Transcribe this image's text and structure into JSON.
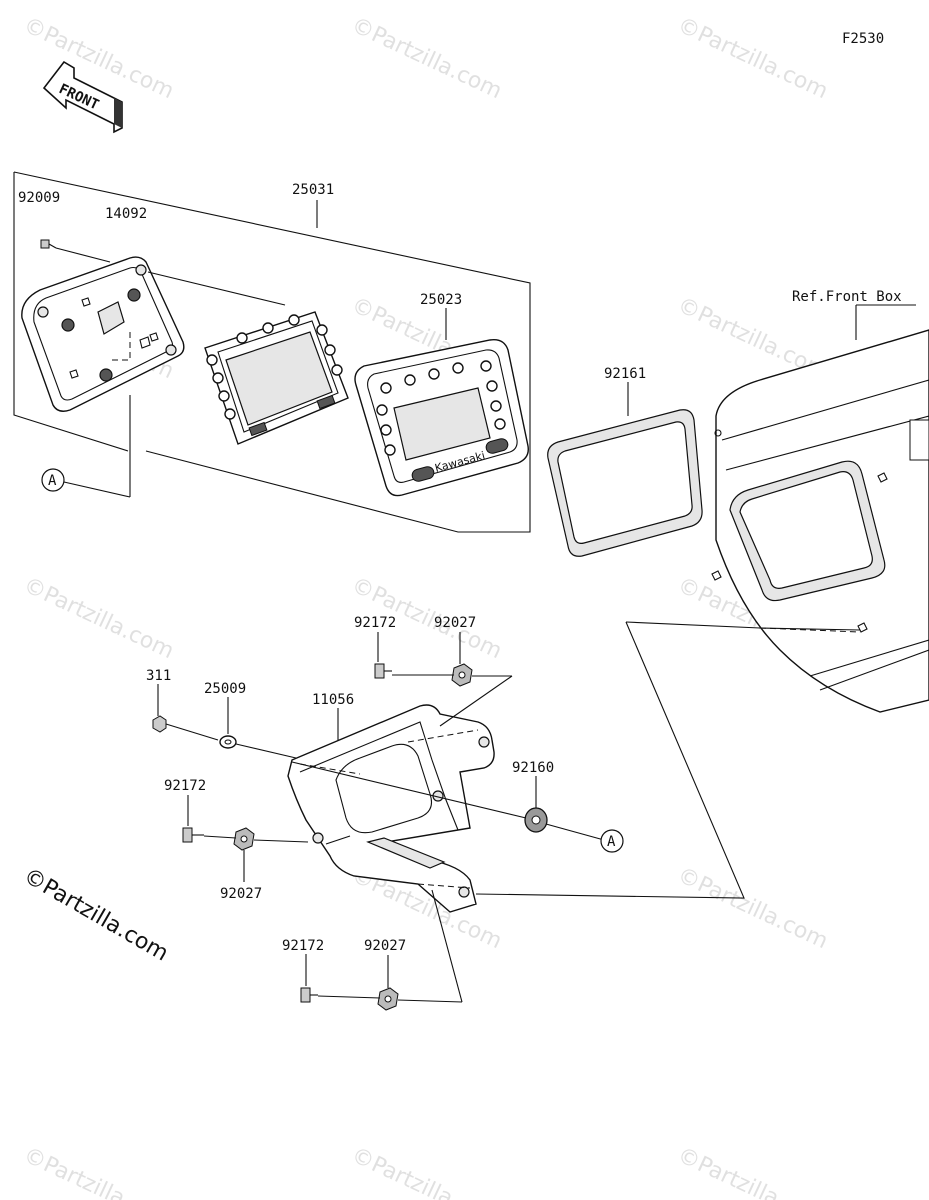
{
  "figure_code": "F2530",
  "front_label": "FRONT",
  "ref_label": "Ref.Front Box",
  "brand_text": "©Partzilla.com",
  "watermark_text": "©Partzilla.com",
  "callout_letter": "A",
  "meter_logo_text": "Kawasaki",
  "parts": {
    "p92009": "92009",
    "p14092": "14092",
    "p25031": "25031",
    "p25023": "25023",
    "p92161": "92161",
    "p92172a": "92172",
    "p92027a": "92027",
    "p311": "311",
    "p25009": "25009",
    "p11056": "11056",
    "p92160": "92160",
    "p92172b": "92172",
    "p92027b": "92027",
    "p92172c": "92172",
    "p92027c": "92027"
  },
  "colors": {
    "line": "#111111",
    "watermark": "#c8c8c8"
  }
}
